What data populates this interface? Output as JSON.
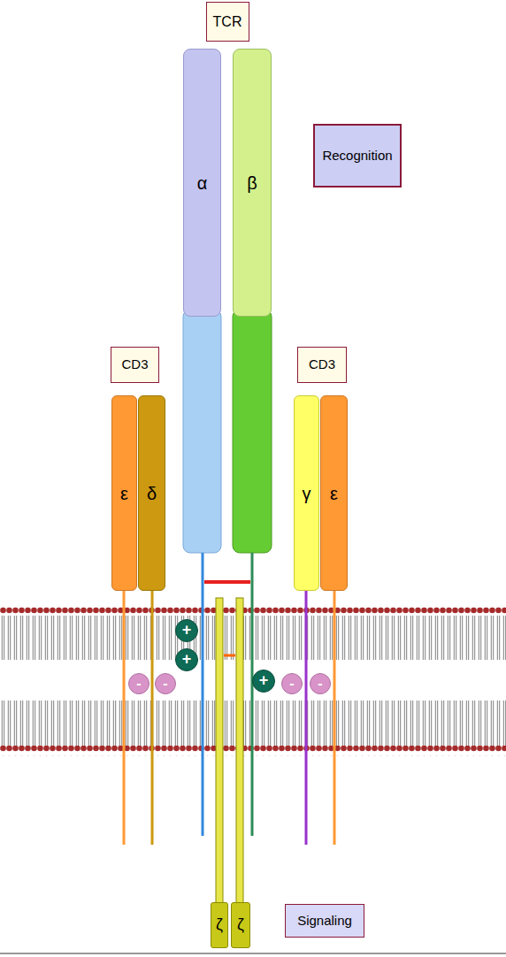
{
  "diagram": {
    "nodes": [
      {
        "text": [
          "TCR"
        ]
      },
      {
        "text": [
          "α"
        ]
      },
      {
        "text": [
          "β"
        ]
      },
      {
        "text": [
          "Recognition"
        ]
      },
      {
        "text": [
          "CD3"
        ]
      },
      {
        "text": [
          "CD3"
        ]
      },
      {
        "text": [
          "ε"
        ]
      },
      {
        "text": [
          "δ"
        ]
      },
      {
        "text": [
          "γ"
        ]
      },
      {
        "text": [
          "ε"
        ]
      },
      {
        "text": [
          "+"
        ]
      },
      {
        "text": [
          "+"
        ]
      },
      {
        "text": [
          "-"
        ]
      },
      {
        "text": [
          "-"
        ]
      },
      {
        "text": [
          "+"
        ]
      },
      {
        "text": [
          "-"
        ]
      },
      {
        "text": [
          "-"
        ]
      },
      {
        "text": [
          "ζ"
        ]
      },
      {
        "text": [
          "ζ"
        ]
      },
      {
        "text": [
          "Signaling"
        ]
      }
    ]
  }
}
